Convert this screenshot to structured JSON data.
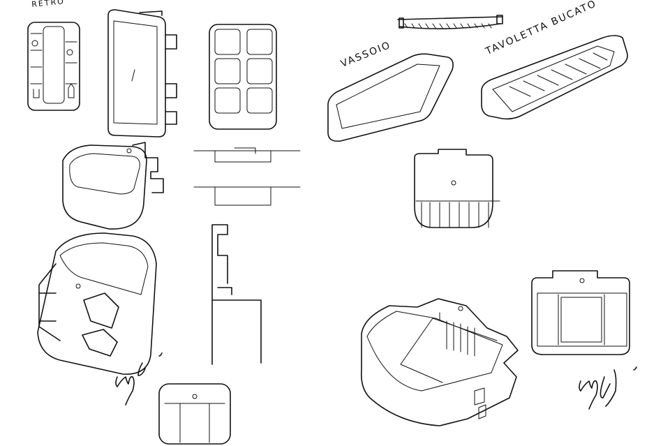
{
  "labels": {
    "retro": "RETRO",
    "vassoio": "VASSOIO",
    "tavoletta_bucato": "TAVOLETTA BUCATO"
  },
  "signatures": [
    "signature-left",
    "signature-right"
  ],
  "ink_color": "#111111",
  "background_color": "#ffffff"
}
